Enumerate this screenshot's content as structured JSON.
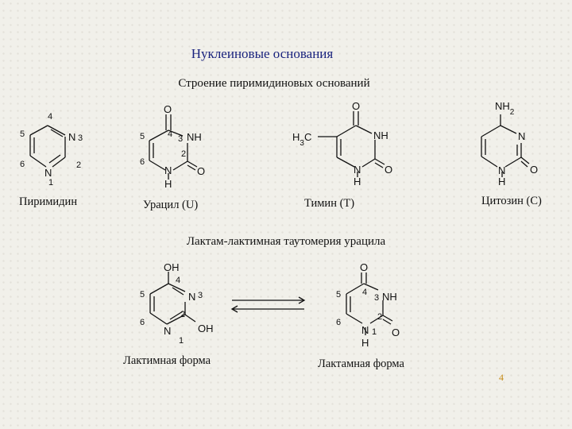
{
  "title": "Нуклеиновые основания",
  "heading_structure": "Строение пиримидиновых оснований",
  "heading_tautomerism": "Лактам-лактимная таутомерия урацила",
  "molecules": [
    {
      "name": "Пиримидин",
      "atoms": [
        "N",
        "N"
      ],
      "numbers": [
        "1",
        "2",
        "3",
        "4",
        "5",
        "6"
      ]
    },
    {
      "name": "Урацил (U)",
      "atoms": [
        "O",
        "NH",
        "N",
        "H",
        "O"
      ],
      "numbers": [
        "2",
        "3",
        "4",
        "5",
        "6"
      ]
    },
    {
      "name": "Тимин (T)",
      "atoms": [
        "O",
        "NH",
        "N",
        "H",
        "O",
        "H3C"
      ]
    },
    {
      "name": "Цитозин (C)",
      "atoms": [
        "NH2",
        "N",
        "N",
        "H",
        "O"
      ]
    }
  ],
  "tautomers": [
    {
      "name": "Лактимная форма",
      "atoms": [
        "OH",
        "N",
        "N",
        "OH"
      ],
      "numbers": [
        "1",
        "2",
        "3",
        "4",
        "5",
        "6"
      ]
    },
    {
      "name": "Лактамная форма",
      "atoms": [
        "O",
        "NH",
        "N",
        "H",
        "O"
      ],
      "numbers": [
        "1",
        "2",
        "3",
        "4",
        "5",
        "6"
      ]
    }
  ],
  "page_number": "4"
}
